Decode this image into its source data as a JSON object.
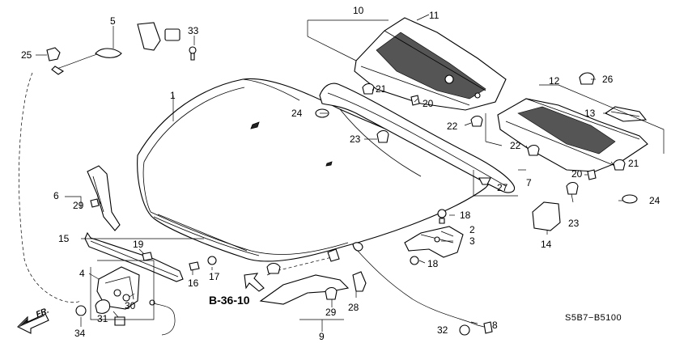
{
  "diagram": {
    "reference_code": "B-36-10",
    "drawing_number": "S5B7−B5100",
    "front_indicator": "FR.",
    "callouts": [
      "1",
      "2",
      "3",
      "4",
      "5",
      "6",
      "7",
      "8",
      "9",
      "10",
      "11",
      "12",
      "13",
      "14",
      "15",
      "16",
      "17",
      "18",
      "18",
      "19",
      "20",
      "20",
      "21",
      "21",
      "22",
      "22",
      "23",
      "23",
      "24",
      "24",
      "25",
      "26",
      "27",
      "28",
      "29",
      "29",
      "30",
      "31",
      "32",
      "33",
      "34"
    ],
    "icons": [
      "hood-panel",
      "front-arrow-icon",
      "cowl-top-left",
      "cowl-top-right",
      "hood-seal",
      "hood-latch",
      "release-cable",
      "hood-hinge",
      "clip",
      "bolt",
      "rubber-stop",
      "grommet"
    ]
  }
}
